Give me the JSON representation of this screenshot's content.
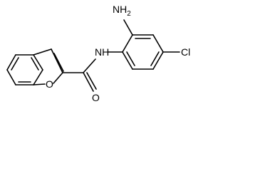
{
  "molecule": {
    "labels": {
      "amine": "NH",
      "amine_subscript": "2",
      "amide_nh": "NH",
      "chlorine": "Cl",
      "furan_oxygen": "O",
      "carbonyl_oxygen": "O"
    }
  }
}
